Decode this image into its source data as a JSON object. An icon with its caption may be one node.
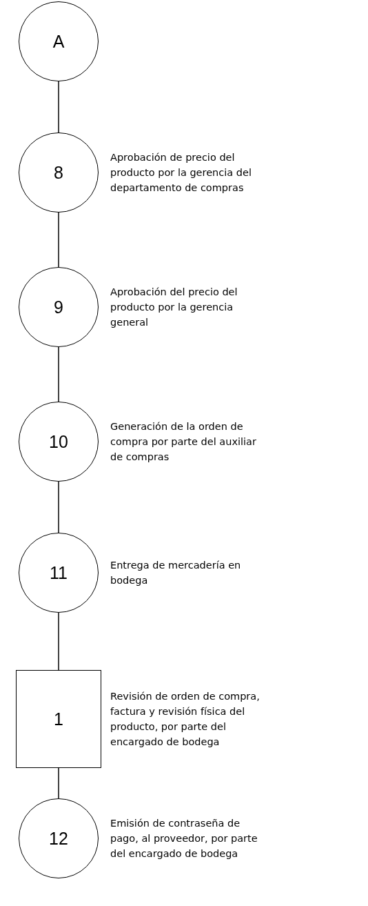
{
  "diagram": {
    "nodes": [
      {
        "text": [
          "A"
        ]
      },
      {
        "text": [
          "8"
        ],
        "beside": [
          "Aprobación de precio del producto por la gerencia del departamento de compras"
        ]
      },
      {
        "text": [
          "9"
        ],
        "beside": [
          "Aprobación del precio del producto por la gerencia general"
        ]
      },
      {
        "text": [
          "10"
        ],
        "beside": [
          "Generación de la orden de compra por parte del auxiliar de compras"
        ]
      },
      {
        "text": [
          "11"
        ],
        "beside": [
          "Entrega de mercadería en bodega"
        ]
      },
      {
        "text": [
          "1"
        ],
        "beside": [
          "Revisión de orden de compra, factura y revisión física del producto, por parte del encargado de bodega"
        ]
      },
      {
        "text": [
          "12"
        ],
        "beside": [
          "Emisión de contraseña de pago, al proveedor, por parte del encargado de bodega"
        ]
      }
    ],
    "edges": [
      {
        "from": 0,
        "to": 1,
        "arrow": "none"
      },
      {
        "from": 1,
        "to": 2,
        "arrow": "none"
      },
      {
        "from": 2,
        "to": 3,
        "arrow": "none"
      },
      {
        "from": 3,
        "to": 4,
        "arrow": "none"
      },
      {
        "from": 4,
        "to": 5,
        "arrow": "none"
      },
      {
        "from": 5,
        "to": 6,
        "arrow": "none"
      }
    ]
  }
}
